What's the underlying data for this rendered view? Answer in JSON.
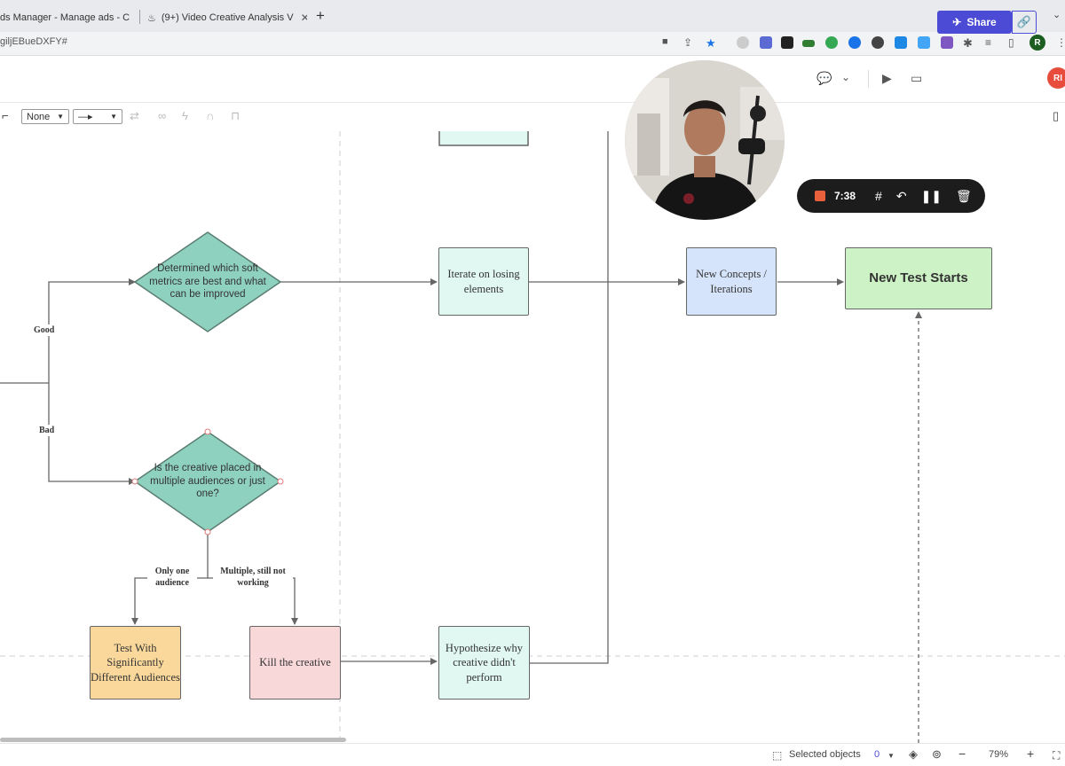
{
  "browser": {
    "tabs": [
      {
        "title": "ds Manager - Manage ads - C"
      },
      {
        "title": "(9+) Video Creative Analysis V"
      }
    ],
    "new_tab": "+",
    "url": "giljEBueDXFY#"
  },
  "header": {
    "share_label": "Share",
    "avatar_initials": "RI"
  },
  "toolbar": {
    "line_start": "None",
    "line_end": "—▸"
  },
  "diagram": {
    "nodes": {
      "determined": "Determined which soft metrics are best and what can be improved",
      "iterate": "Iterate on losing elements",
      "new_concepts": "New Concepts / Iterations",
      "new_test": "New Test Starts",
      "is_creative": "Is the creative placed in multiple audiences or just one?",
      "test_with": "Test With Significantly Different Audiences",
      "kill": "Kill the creative",
      "hypothesize": "Hypothesize why creative didn't perform"
    },
    "labels": {
      "good": "Good",
      "bad": "Bad",
      "only_one": "Only one audience",
      "multiple": "Multiple, still not working"
    }
  },
  "recorder": {
    "time": "7:38"
  },
  "statusbar": {
    "selected_label": "Selected objects",
    "selected_count": "0",
    "zoom": "79%"
  }
}
